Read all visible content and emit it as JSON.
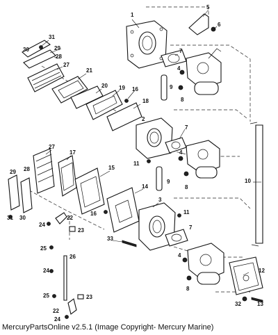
{
  "caption": "MercuryPartsOnline v2.5.1 (Image Copyright- Mercury Marine)",
  "callouts": {
    "c1": "1",
    "c2": "2",
    "c3": "3",
    "c4a": "4",
    "c4b": "4",
    "c4c": "4",
    "c5": "5",
    "c6": "6",
    "c7a": "7",
    "c7b": "7",
    "c7c": "7",
    "c8a": "8",
    "c8b": "8",
    "c8c": "8",
    "c9a": "9",
    "c9b": "9",
    "c10": "10",
    "c11a": "11",
    "c11b": "11",
    "c12": "12",
    "c13": "13",
    "c14": "14",
    "c15": "15",
    "c16a": "16",
    "c16b": "16",
    "c17": "17",
    "c18": "18",
    "c19": "19",
    "c20": "20",
    "c21": "21",
    "c22a": "22",
    "c22b": "22",
    "c23a": "23",
    "c23b": "23",
    "c24a": "24",
    "c24b": "24",
    "c24c": "24",
    "c25a": "25",
    "c25b": "25",
    "c26": "26",
    "c27a": "27",
    "c27b": "27",
    "c28a": "28",
    "c28b": "28",
    "c29a": "29",
    "c29b": "29",
    "c30a": "30",
    "c30b": "30",
    "c31a": "31",
    "c31b": "31",
    "c32": "32",
    "c33": "33"
  }
}
